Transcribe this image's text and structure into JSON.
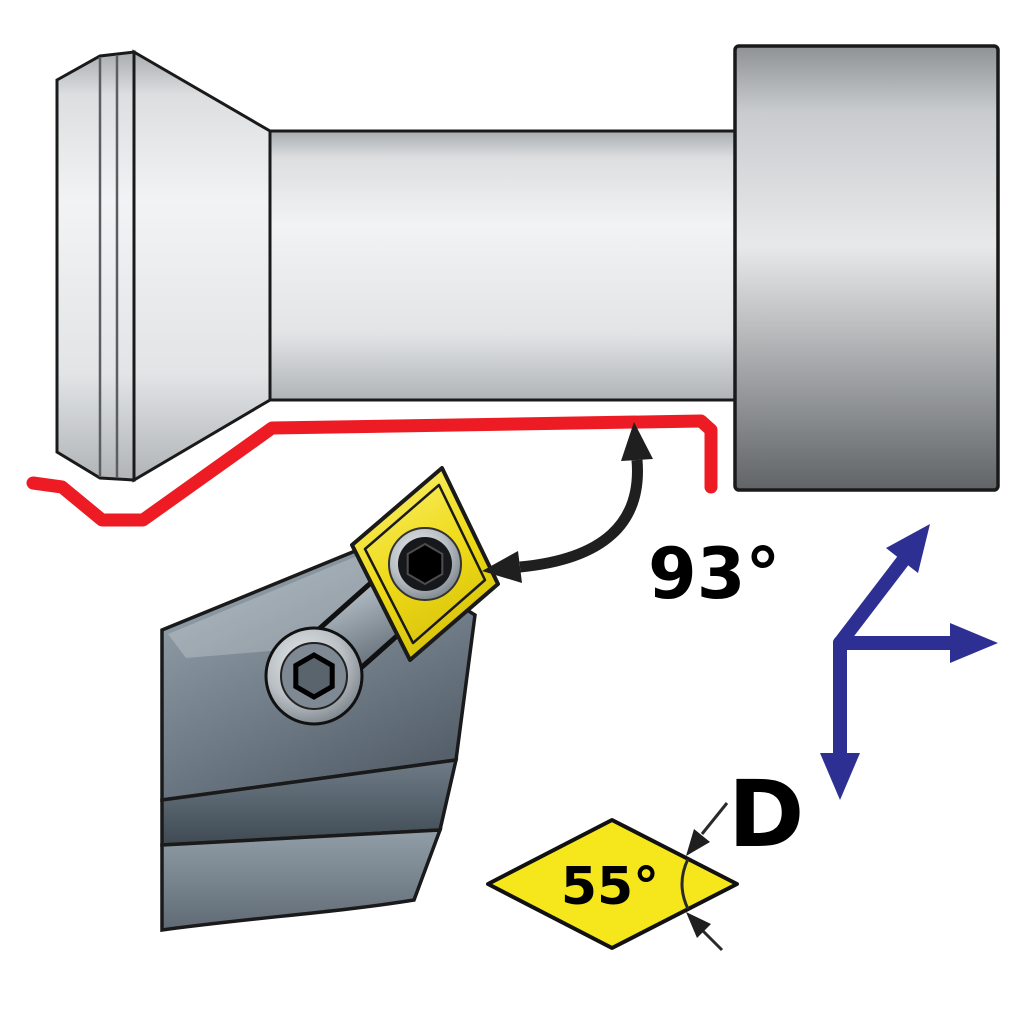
{
  "diagram": {
    "labels": {
      "approach_angle": "93°",
      "insert_point_angle": "55°",
      "insert_shape_code": "D"
    },
    "colors": {
      "toolpath": "#ed1c24",
      "feed_arrows": "#2d3092",
      "insert_yellow": "#f6e71c",
      "outline": "#1a1a1a"
    }
  }
}
